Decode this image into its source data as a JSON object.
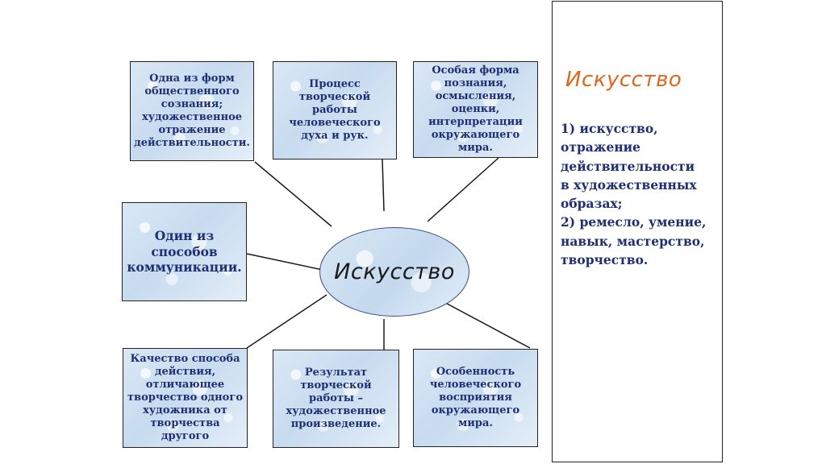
{
  "diagram": {
    "center_label": "Искусство",
    "boxes": {
      "top_left": [
        "Одна из форм",
        "общественного",
        "сознания;",
        "художественное",
        "отражение",
        "действительности."
      ],
      "top_middle": [
        "Процесс",
        "творческой",
        "работы",
        "человеческого",
        "духа и рук."
      ],
      "top_right": [
        "Особая форма",
        "познания,",
        "осмысления,",
        "оценки,",
        "интерпретации",
        "окружающего мира."
      ],
      "middle_left": [
        "Один из способов",
        "коммуникации."
      ],
      "bottom_left": [
        "Качество способа",
        "действия,",
        "отличающее",
        "творчество одного",
        "художника от",
        "творчества другого"
      ],
      "bottom_middle": [
        "Результат",
        "творческой",
        "работы –",
        "художественное",
        "произведение."
      ],
      "bottom_right": [
        "Особенность",
        "человеческого",
        "восприятия",
        "окружающего мира."
      ]
    }
  },
  "side_panel": {
    "title": "Искусство",
    "lines": [
      "1) искусство,",
      "отражение",
      "действительности",
      "в художественных",
      "образах;",
      "2) ремесло, умение,",
      "навык, мастерство,",
      "творчество."
    ]
  },
  "colors": {
    "text_blue": "#1f2f73",
    "accent_orange": "#e0671e",
    "box_fill": "#c7dbef"
  }
}
